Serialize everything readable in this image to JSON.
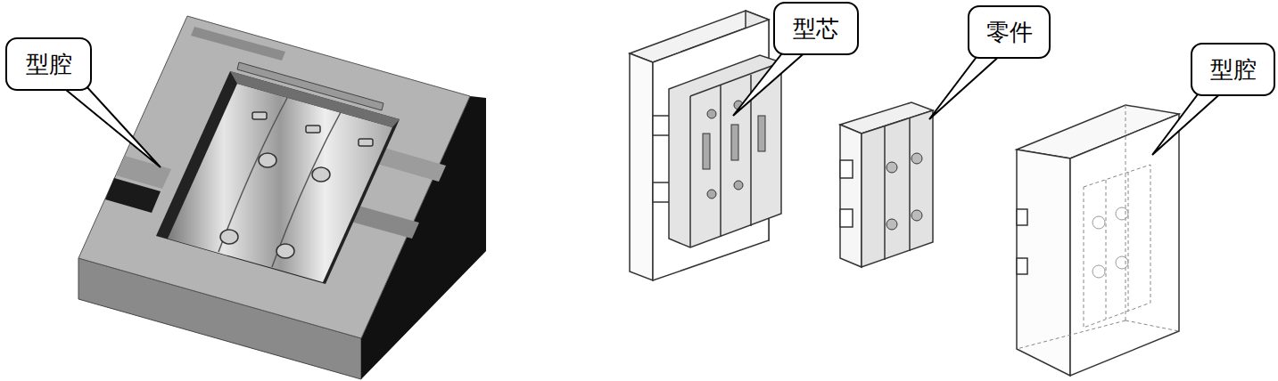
{
  "diagram": {
    "nodes": [
      {
        "text": [
          "型腔"
        ]
      },
      {
        "text": [
          "型芯"
        ]
      },
      {
        "text": [
          "零件"
        ]
      },
      {
        "text": [
          "型腔"
        ]
      }
    ]
  }
}
